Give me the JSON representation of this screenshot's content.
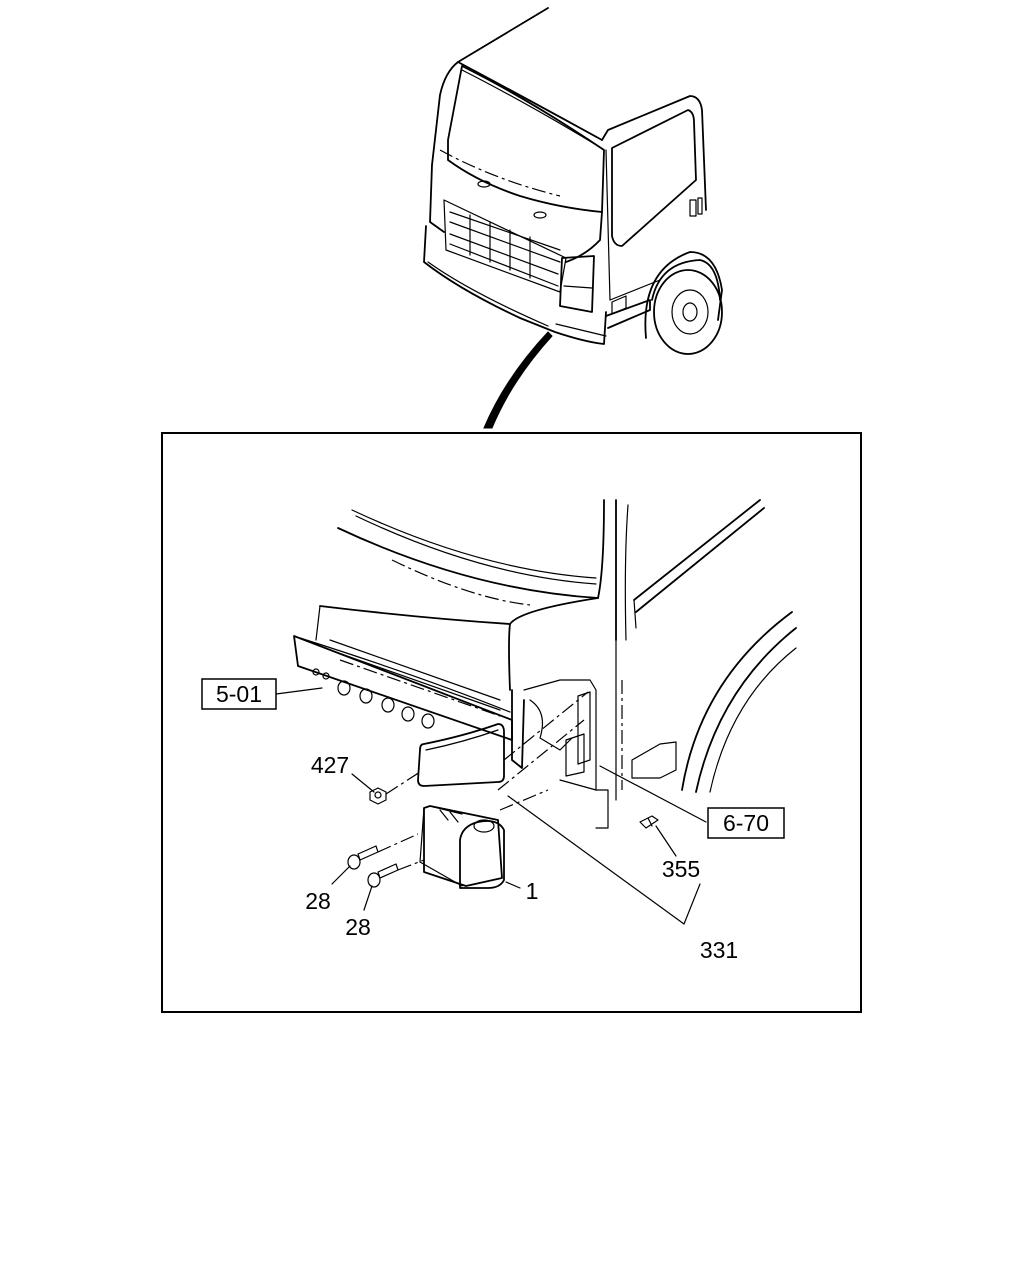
{
  "callouts": {
    "ref_5_01": "5-01",
    "ref_6_70": "6-70",
    "part_427": "427",
    "part_28_a": "28",
    "part_28_b": "28",
    "part_1": "1",
    "part_355": "355",
    "part_331": "331"
  }
}
